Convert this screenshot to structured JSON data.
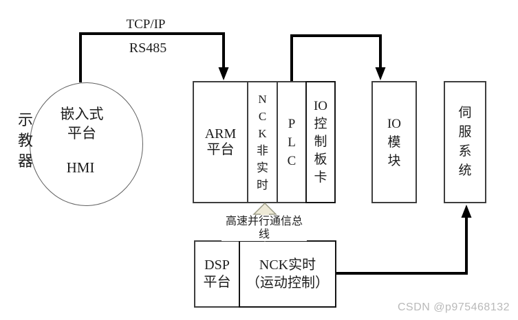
{
  "diagram": {
    "type": "architecture-block-diagram",
    "links": {
      "tcpip": "TCP/IP",
      "rs485": "RS485",
      "bus": "高速并行通信总线"
    },
    "nodes": {
      "teach_pendant_side": "示\n教\n器",
      "embedded_platform": "嵌入式\n平台",
      "hmi": "HMI",
      "arm_platform": "ARM\n平台",
      "nck_non_realtime": "N\nC\nK\n非\n实\n时",
      "plc": "P\nL\nC",
      "io_control_card": "IO\n控\n制\n板\n卡",
      "io_module": "IO\n模\n块",
      "servo_system": "伺\n服\n系\n统",
      "dsp_platform": "DSP\n平台",
      "nck_realtime": "NCK实时\n（运动控制）"
    },
    "watermark": "CSDN @p975468132",
    "colors": {
      "connector_line": "#000000",
      "box_border_thin": "#3d3d3d",
      "box_border_thick": "#141414",
      "circle_border": "#5f5f5f",
      "bus_arrow_fill": "#eeead7",
      "bus_arrow_stroke": "#9a9a85",
      "watermark_text": "#b9b9b9"
    }
  }
}
